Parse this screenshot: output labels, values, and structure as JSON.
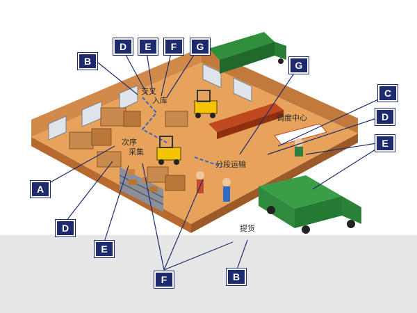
{
  "diagram": {
    "callout_labels": {
      "top_d": "D",
      "top_e": "E",
      "top_f": "F",
      "top_g": "G",
      "top_b": "B",
      "mid_g": "G",
      "right_c": "C",
      "right_d": "D",
      "right_e": "E",
      "left_a": "A",
      "left_d": "D",
      "left_e": "E",
      "bottom_f": "F",
      "bottom_b": "B"
    },
    "zone_texts": {
      "receiving": "入库",
      "handover": "交叉",
      "dispatch_center": "调度中心",
      "sequencing": "次序",
      "sorting": "采集",
      "transport": "分段运输",
      "pickup": "提货"
    }
  }
}
